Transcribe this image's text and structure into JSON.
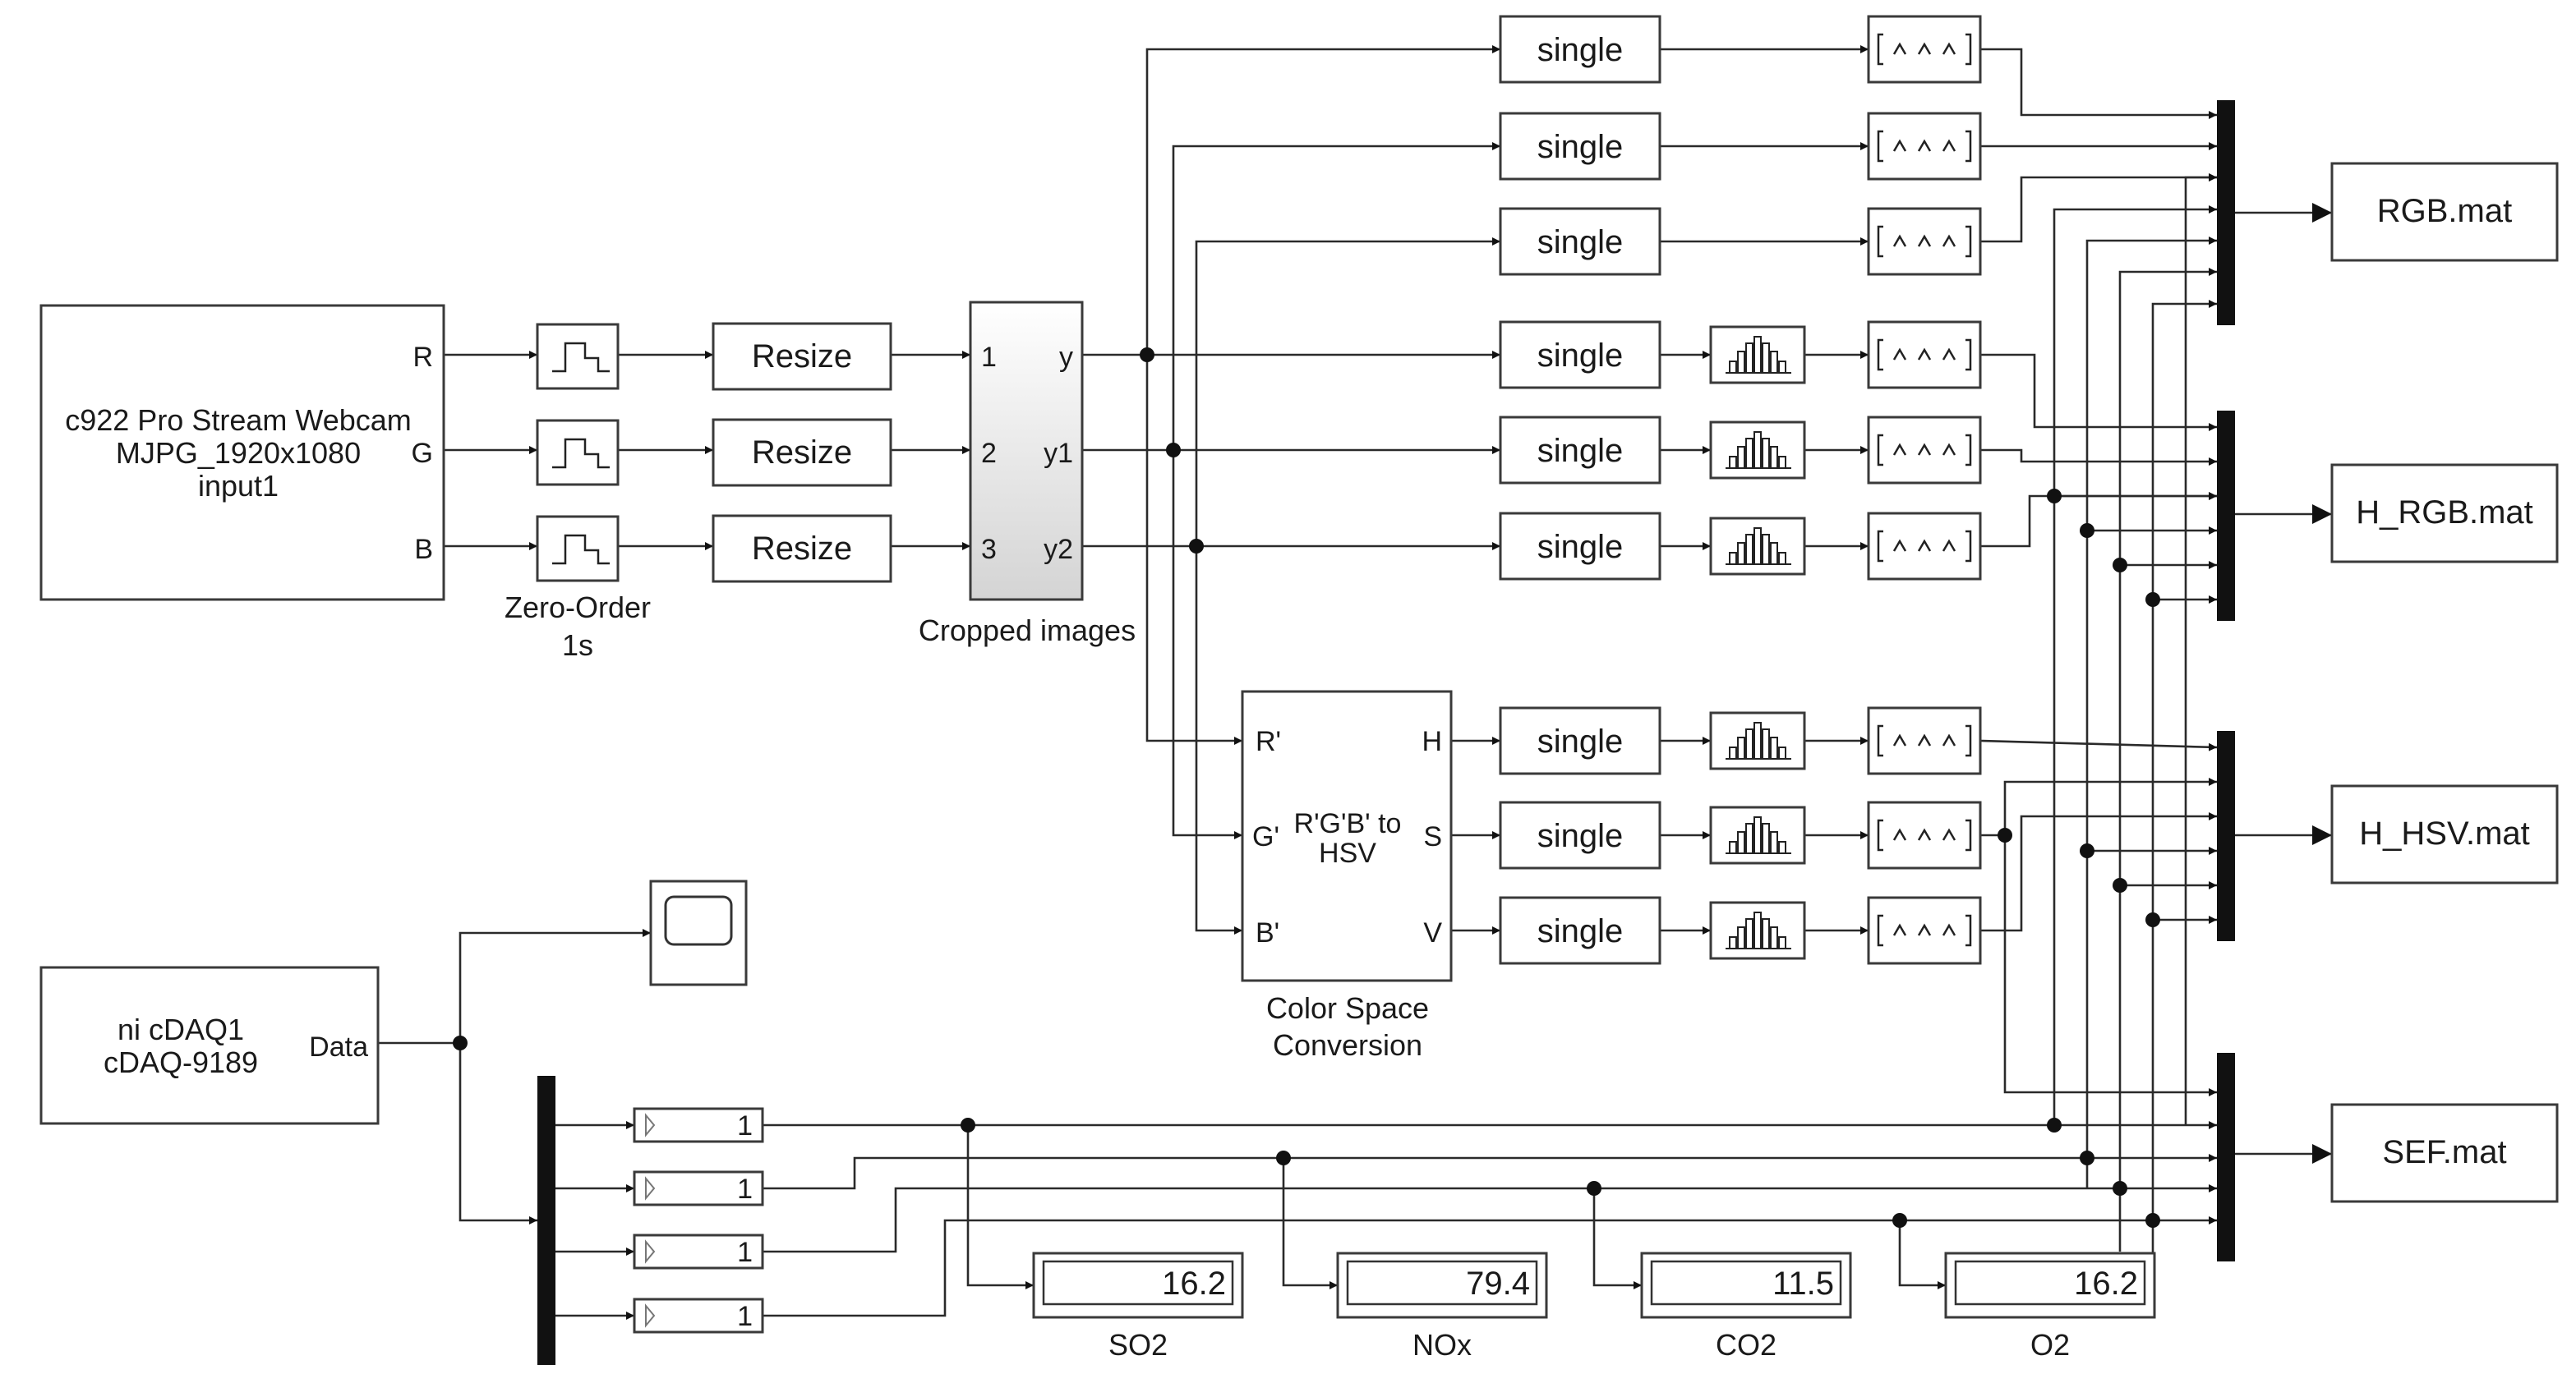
{
  "webcam": {
    "line1": "c922 Pro Stream Webcam",
    "line2": "MJPG_1920x1080",
    "line3": "input1",
    "port_r": "R",
    "port_g": "G",
    "port_b": "B"
  },
  "zoh": {
    "label1": "Zero-Order",
    "label2": "1s"
  },
  "resize_label": "Resize",
  "crop": {
    "label": "Cropped images",
    "in1": "1",
    "in2": "2",
    "in3": "3",
    "out1": "y",
    "out2": "y1",
    "out3": "y2"
  },
  "single_label": "single",
  "csc": {
    "title1": "R'G'B' to",
    "title2": "HSV",
    "in_r": "R'",
    "in_g": "G'",
    "in_b": "B'",
    "out_h": "H",
    "out_s": "S",
    "out_v": "V",
    "label1": "Color Space",
    "label2": "Conversion"
  },
  "daq": {
    "line1": "ni cDAQ1",
    "line2": "cDAQ-9189",
    "port": "Data"
  },
  "gain_value": "1",
  "displays": [
    {
      "value": "16.2",
      "label": "SO2"
    },
    {
      "value": "79.4",
      "label": "NOx"
    },
    {
      "value": "11.5",
      "label": "CO2"
    },
    {
      "value": "16.2",
      "label": "O2"
    }
  ],
  "outputs": {
    "rgb": "RGB.mat",
    "h_rgb": "H_RGB.mat",
    "h_hsv": "H_HSV.mat",
    "sef": "SEF.mat"
  }
}
